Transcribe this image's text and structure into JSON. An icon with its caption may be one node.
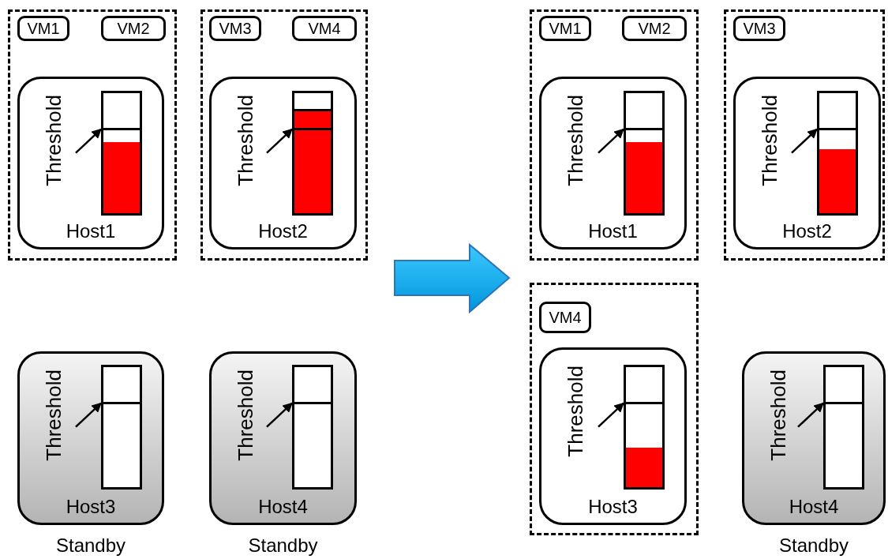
{
  "diagram": {
    "nodes": [
      {
        "text": [],
        "shape": "box"
      },
      {
        "text": [
          "VM1"
        ],
        "in": 0
      },
      {
        "text": [
          "VM2"
        ],
        "in": 0
      },
      {
        "text": [
          "Threshold",
          "Host1"
        ],
        "in": 0
      },
      {
        "text": [],
        "shape": "bar",
        "in": 3
      },
      {
        "text": [],
        "shape": "box"
      },
      {
        "text": [
          "VM3"
        ],
        "in": 5
      },
      {
        "text": [
          "VM4"
        ],
        "in": 5
      },
      {
        "text": [
          "Threshold",
          "Host2"
        ],
        "in": 5
      },
      {
        "text": [],
        "shape": "bar",
        "in": 8
      },
      {
        "text": [],
        "shape": "box"
      },
      {
        "text": [
          "VM1"
        ],
        "in": 10
      },
      {
        "text": [
          "VM2"
        ],
        "in": 10
      },
      {
        "text": [
          "Threshold",
          "Host1"
        ],
        "in": 10
      },
      {
        "text": [],
        "shape": "bar",
        "in": 13
      },
      {
        "text": [],
        "shape": "box"
      },
      {
        "text": [
          "VM3"
        ],
        "in": 15
      },
      {
        "text": [
          "Threshold",
          "Host2"
        ],
        "in": 15
      },
      {
        "text": [],
        "shape": "bar",
        "in": 17
      },
      {
        "text": [
          "Threshold",
          "Host3"
        ],
        "beside": [
          "Standby"
        ]
      },
      {
        "text": [],
        "shape": "bar",
        "in": 19
      },
      {
        "text": [
          "Threshold",
          "Host4"
        ],
        "beside": [
          "Standby"
        ]
      },
      {
        "text": [],
        "shape": "bar",
        "in": 21
      },
      {
        "text": [],
        "shape": "box"
      },
      {
        "text": [
          "VM4"
        ],
        "in": 23
      },
      {
        "text": [
          "Threshold",
          "Host3"
        ],
        "in": 23
      },
      {
        "text": [],
        "shape": "bar",
        "in": 25
      },
      {
        "text": [
          "Threshold",
          "Host4"
        ],
        "beside": [
          "Standby"
        ]
      },
      {
        "text": [],
        "shape": "bar",
        "in": 27
      }
    ],
    "edges": [
      {
        "from": null,
        "to": 4,
        "arrow": "to"
      },
      {
        "from": null,
        "to": 9,
        "arrow": "to"
      },
      {
        "from": null,
        "to": 14,
        "arrow": "to"
      },
      {
        "from": null,
        "to": 18,
        "arrow": "to"
      },
      {
        "from": null,
        "to": 20,
        "arrow": "to"
      },
      {
        "from": null,
        "to": 22,
        "arrow": "to"
      },
      {
        "from": null,
        "to": 26,
        "arrow": "to"
      },
      {
        "from": null,
        "to": 28,
        "arrow": "to"
      }
    ]
  }
}
